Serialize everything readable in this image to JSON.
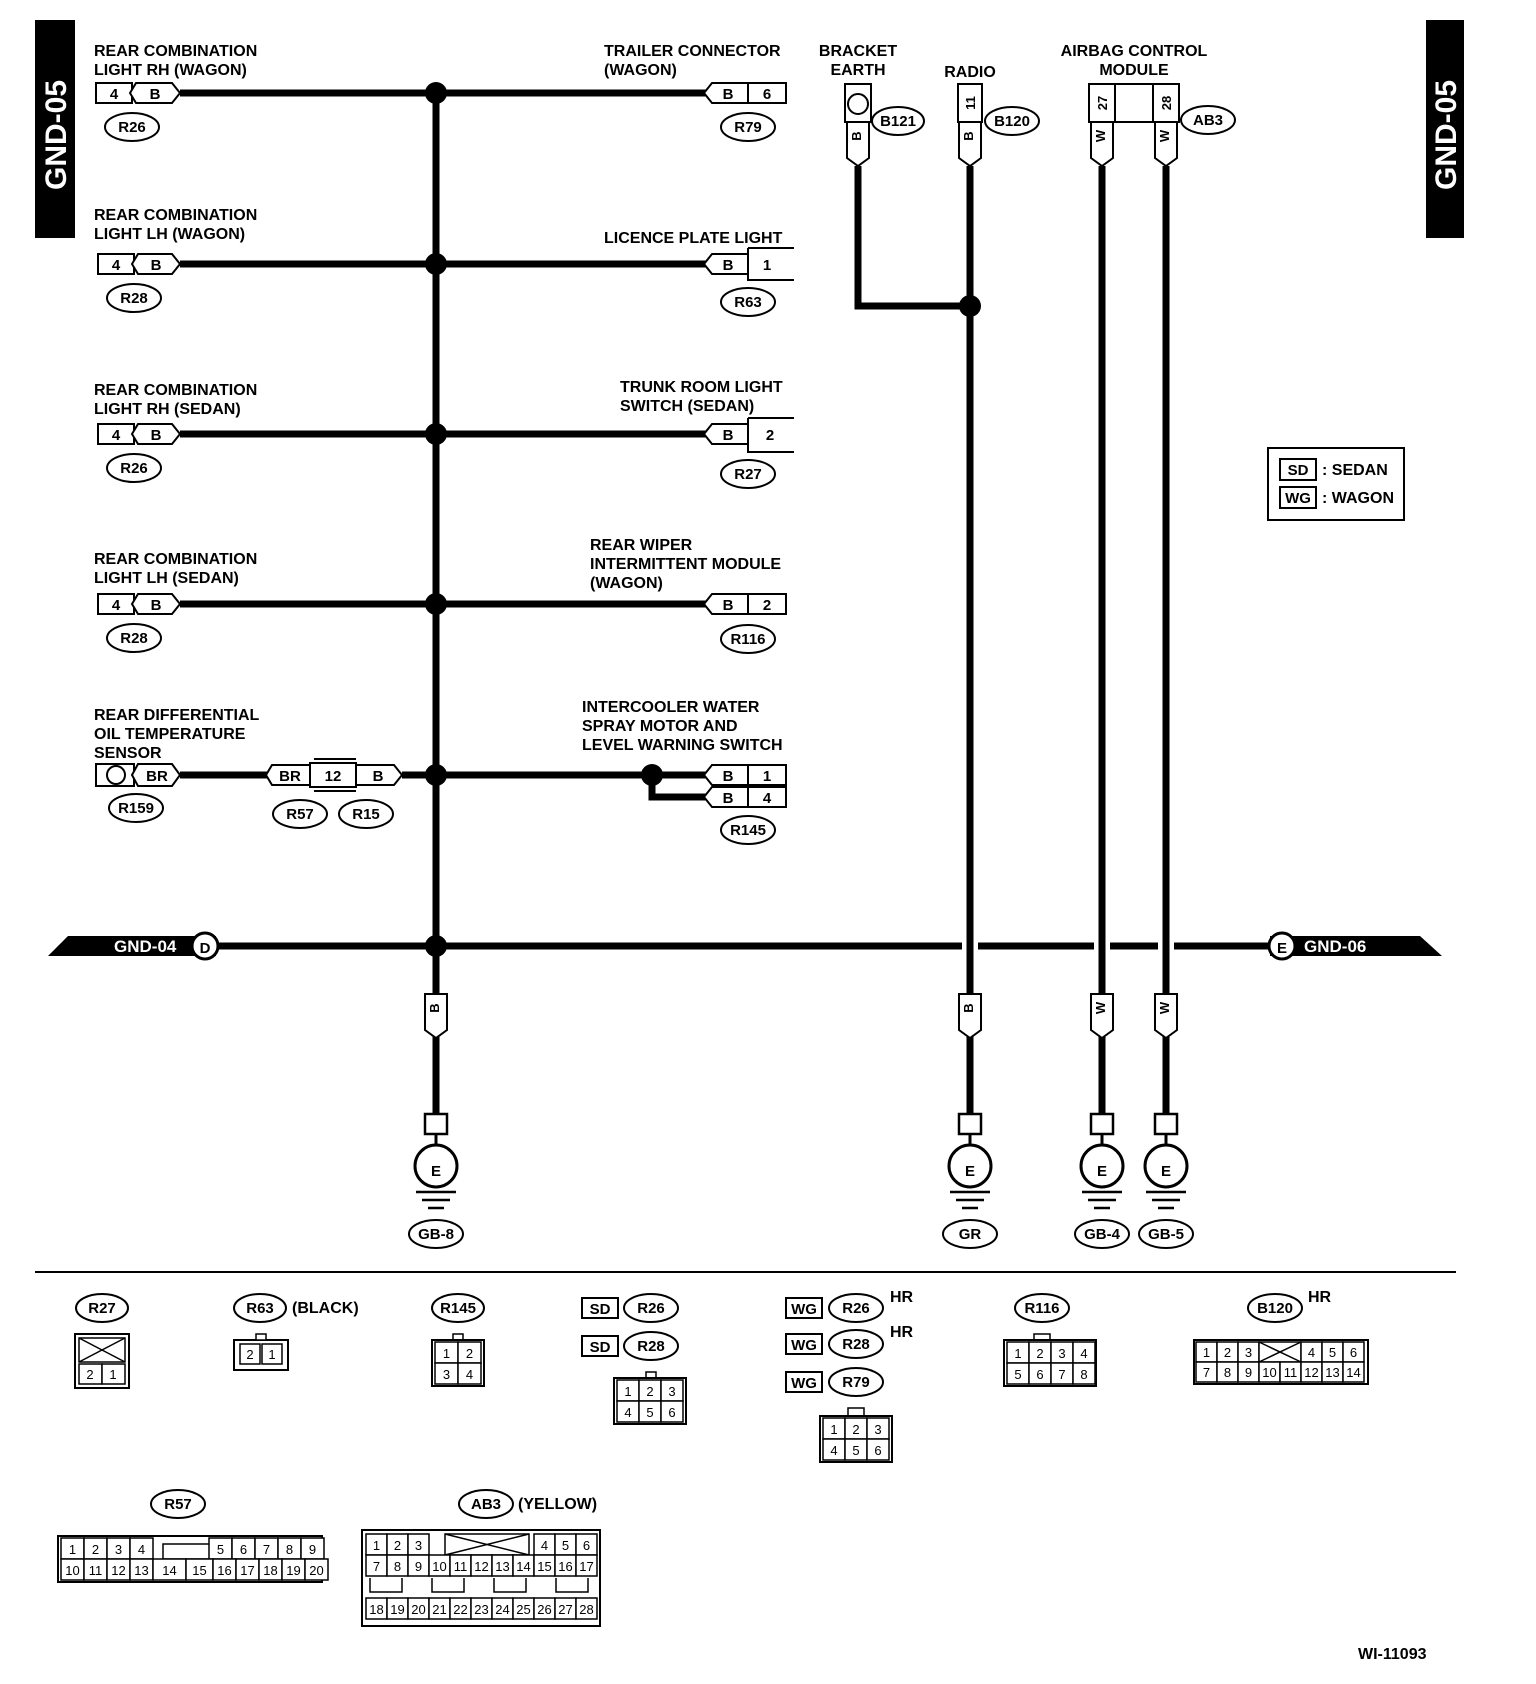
{
  "page": {
    "tab_left": "GND-05",
    "tab_right": "GND-05",
    "figure_id": "WI-11093"
  },
  "left_components": [
    {
      "line1": "REAR COMBINATION",
      "line2": "LIGHT RH (WAGON)",
      "pins": [
        "4",
        "B"
      ],
      "conn": "R26"
    },
    {
      "line1": "REAR COMBINATION",
      "line2": "LIGHT LH (WAGON)",
      "pins": [
        "4",
        "B"
      ],
      "conn": "R28"
    },
    {
      "line1": "REAR COMBINATION",
      "line2": "LIGHT RH (SEDAN)",
      "pins": [
        "4",
        "B"
      ],
      "conn": "R26"
    },
    {
      "line1": "REAR COMBINATION",
      "line2": "LIGHT LH (SEDAN)",
      "pins": [
        "4",
        "B"
      ],
      "conn": "R28"
    },
    {
      "line1": "REAR DIFFERENTIAL",
      "line2": "OIL TEMPERATURE",
      "line3": "SENSOR",
      "pins": [
        "",
        "BR"
      ],
      "conn": "R159"
    }
  ],
  "inline": {
    "pins": [
      "BR",
      "12",
      "B"
    ],
    "conns": [
      "R57",
      "R15"
    ]
  },
  "right_components": [
    {
      "line1": "TRAILER CONNECTOR",
      "line2": "(WAGON)",
      "pins": [
        "B",
        "6"
      ],
      "conn": "R79"
    },
    {
      "line1": "LICENCE PLATE LIGHT",
      "pins": [
        "B",
        "1"
      ],
      "conn": "R63"
    },
    {
      "line1": "TRUNK ROOM LIGHT",
      "line2": "SWITCH (SEDAN)",
      "pins": [
        "B",
        "2"
      ],
      "conn": "R27"
    },
    {
      "line1": "REAR WIPER",
      "line2": "INTERMITTENT MODULE",
      "line3": "(WAGON)",
      "pins": [
        "B",
        "2"
      ],
      "conn": "R116"
    },
    {
      "line1": "INTERCOOLER WATER",
      "line2": "SPRAY MOTOR AND",
      "line3": "LEVEL WARNING SWITCH",
      "pins": [
        "B",
        "1",
        "B",
        "4"
      ],
      "conn": "R145"
    }
  ],
  "top": {
    "bracket": {
      "line1": "BRACKET",
      "line2": "EARTH",
      "wire": "B",
      "conn": "B121"
    },
    "radio": {
      "label": "RADIO",
      "pin": "11",
      "wire": "B",
      "conn": "B120"
    },
    "airbag": {
      "line1": "AIRBAG CONTROL",
      "line2": "MODULE",
      "pins": [
        "27",
        "28"
      ],
      "wires": [
        "W",
        "W"
      ],
      "conn": "AB3"
    }
  },
  "legend": [
    {
      "code": "SD",
      "text": ": SEDAN"
    },
    {
      "code": "WG",
      "text": ": WAGON"
    }
  ],
  "bus": {
    "left_label": "GND-04",
    "left_letter": "D",
    "right_letter": "E",
    "right_label": "GND-06"
  },
  "grounds": [
    {
      "wire": "B",
      "letter": "E",
      "label": "GB-8"
    },
    {
      "wire": "B",
      "letter": "E",
      "label": "GR"
    },
    {
      "wire": "W",
      "letter": "E",
      "label": "GB-4"
    },
    {
      "wire": "W",
      "letter": "E",
      "label": "GB-5"
    }
  ],
  "views": {
    "r27": {
      "conn": "R27",
      "pins": [
        "2",
        "1"
      ]
    },
    "r63": {
      "conn": "R63",
      "note": "(BLACK)",
      "pins": [
        "2",
        "1"
      ]
    },
    "r145": {
      "conn": "R145",
      "pins": [
        "1",
        "2",
        "3",
        "4"
      ]
    },
    "sd": {
      "code": "SD",
      "conns": [
        "R26",
        "R28"
      ],
      "pins": [
        "1",
        "2",
        "3",
        "4",
        "5",
        "6"
      ]
    },
    "wg": {
      "code": "WG",
      "conns": [
        "R26",
        "R28",
        "R79"
      ],
      "hr": "HR",
      "pins": [
        "1",
        "2",
        "3",
        "4",
        "5",
        "6"
      ]
    },
    "r116": {
      "conn": "R116",
      "pins": [
        "1",
        "2",
        "3",
        "4",
        "5",
        "6",
        "7",
        "8"
      ]
    },
    "b120": {
      "conn": "B120",
      "hr": "HR",
      "row1": [
        "1",
        "2",
        "3",
        "4",
        "5",
        "6"
      ],
      "row2": [
        "7",
        "8",
        "9",
        "10",
        "11",
        "12",
        "13",
        "14"
      ]
    },
    "r57": {
      "conn": "R57",
      "row1": [
        "1",
        "2",
        "3",
        "4",
        "5",
        "6",
        "7",
        "8",
        "9"
      ],
      "row2": [
        "10",
        "11",
        "12",
        "13",
        "14",
        "15",
        "16",
        "17",
        "18",
        "19",
        "20"
      ]
    },
    "ab3": {
      "conn": "AB3",
      "note": "(YELLOW)",
      "row1": [
        "1",
        "2",
        "3",
        "4",
        "5",
        "6"
      ],
      "row2": [
        "7",
        "8",
        "9",
        "10",
        "11",
        "12",
        "13",
        "14",
        "15",
        "16",
        "17"
      ],
      "row3": [
        "18",
        "19",
        "20",
        "21",
        "22",
        "23",
        "24",
        "25",
        "26",
        "27",
        "28"
      ]
    }
  }
}
